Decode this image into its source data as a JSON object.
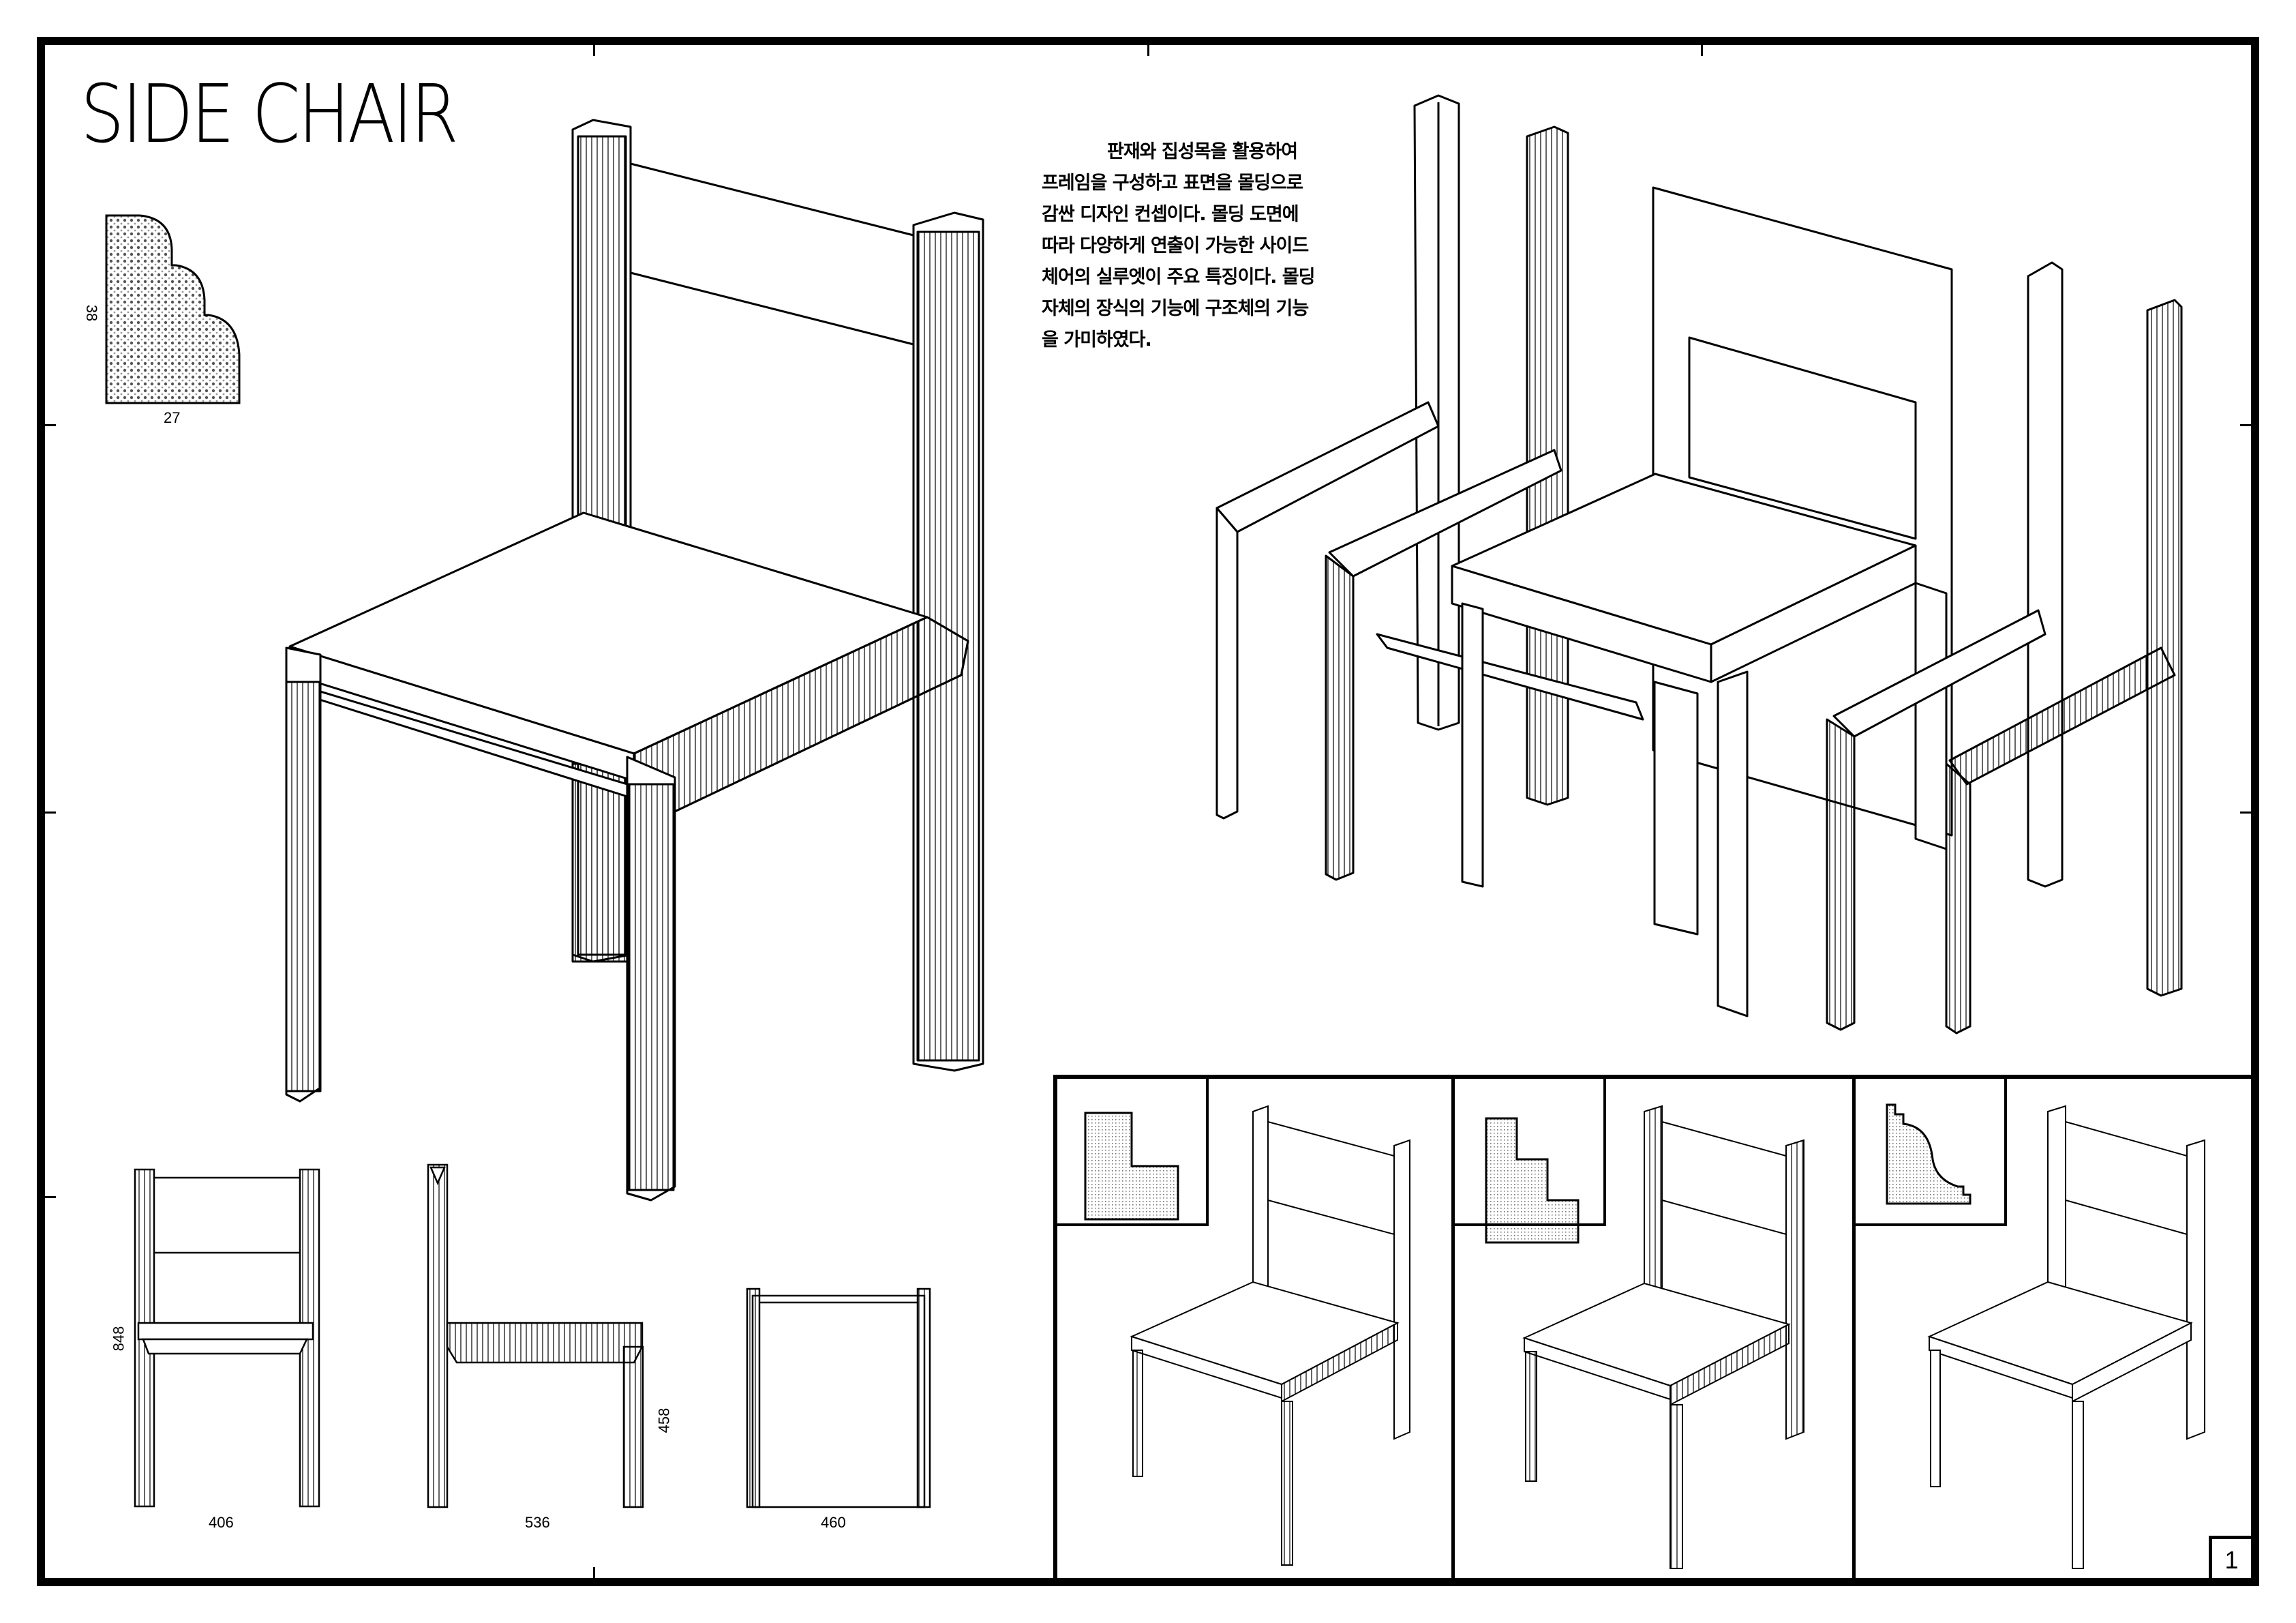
{
  "title": "SIDE CHAIR",
  "description": {
    "lines": [
      "판재와 집성목을 활용하여",
      "프레임을 구성하고 표면을 몰딩으로",
      "감싼 디자인 컨셉이다. 몰딩 도면에",
      "따라 다양하게 연출이 가능한 사이드",
      "체어의 실루엣이 주요 특징이다. 몰딩",
      "자체의 장식의 기능에 구조체의 기능",
      "을 가미하였다."
    ]
  },
  "profile": {
    "height_label": "38",
    "width_label": "27",
    "shape": "triple-step-rounded-molding"
  },
  "orthographic_views": [
    {
      "view": "front",
      "height_label": "848",
      "width_label": "406"
    },
    {
      "view": "side",
      "height_label": "458",
      "width_label": "536"
    },
    {
      "view": "top",
      "width_label": "460"
    }
  ],
  "variants": [
    {
      "profile_shape": "l-step"
    },
    {
      "profile_shape": "double-step"
    },
    {
      "profile_shape": "ogee-cove"
    }
  ],
  "page_number": "1",
  "colors": {
    "ink": "#000000",
    "paper": "#ffffff"
  }
}
